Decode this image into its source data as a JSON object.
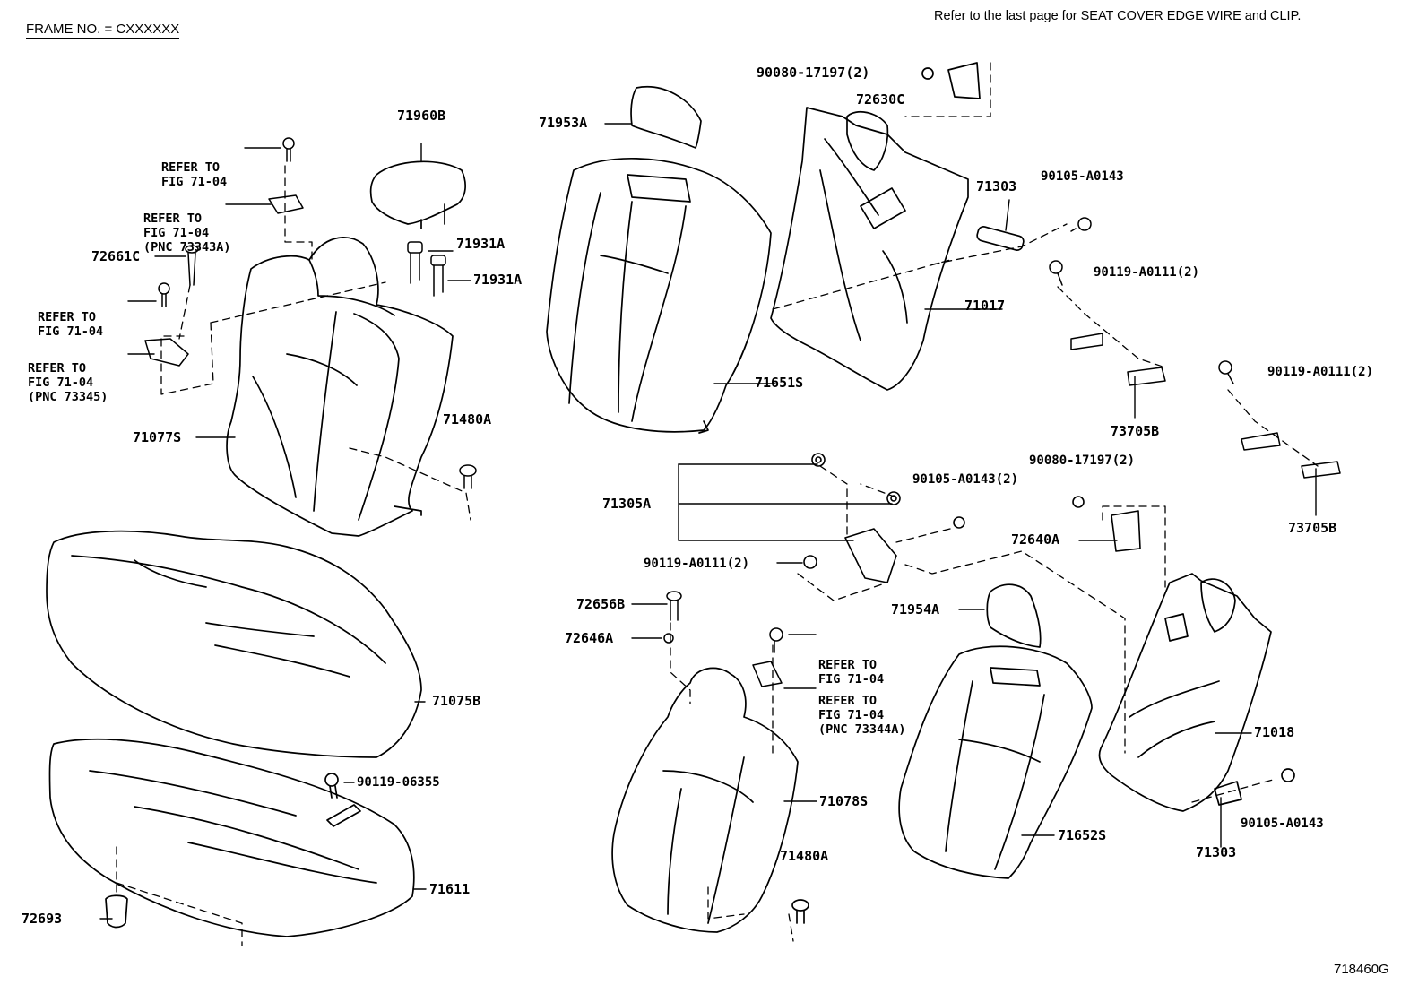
{
  "header": {
    "frame_no": "FRAME NO. = CXXXXXX",
    "refer_note": "Refer to the last page for SEAT COVER EDGE WIRE and CLIP."
  },
  "footer": {
    "document_id": "718460G"
  },
  "callouts": {
    "p90080_17197_top": "90080-17197(2)",
    "p72630C": "72630C",
    "p71960B": "71960B",
    "p71953A": "71953A",
    "p71303_top": "71303",
    "p90105_A0143_top": "90105-A0143",
    "p90119_A0111_top": "90119-A0111(2)",
    "p72661C": "72661C",
    "p71931A_1": "71931A",
    "p71931A_2": "71931A",
    "p71017": "71017",
    "p71651S": "71651S",
    "p90119_A0111_right": "90119-A0111(2)",
    "p73705B_1": "73705B",
    "p71077S": "71077S",
    "p71480A_top": "71480A",
    "p90105_A0143_2": "90105-A0143(2)",
    "p90080_17197_mid": "90080-17197(2)",
    "p71305A": "71305A",
    "p72640A": "72640A",
    "p73705B_2": "73705B",
    "p90119_A0111_mid": "90119-A0111(2)",
    "p72656B": "72656B",
    "p71954A": "71954A",
    "p72646A": "72646A",
    "p71075B": "71075B",
    "p71018": "71018",
    "p71078S": "71078S",
    "p90119_06355": "90119-06355",
    "p90105_A0143_bottom": "90105-A0143",
    "p71652S": "71652S",
    "p71303_bottom": "71303",
    "p71480A_bottom": "71480A",
    "p71611": "71611",
    "p72693": "72693"
  },
  "references": {
    "ref1": [
      "REFER TO",
      "FIG 71-04"
    ],
    "ref2": [
      "REFER TO",
      "FIG 71-04",
      "(PNC 73343A)"
    ],
    "ref3": [
      "REFER TO",
      "FIG 71-04"
    ],
    "ref4": [
      "REFER TO",
      "FIG 71-04",
      "(PNC 73345)"
    ],
    "ref5": [
      "REFER TO",
      "FIG 71-04"
    ],
    "ref6": [
      "REFER TO",
      "FIG 71-04",
      "(PNC 73344A)"
    ]
  }
}
